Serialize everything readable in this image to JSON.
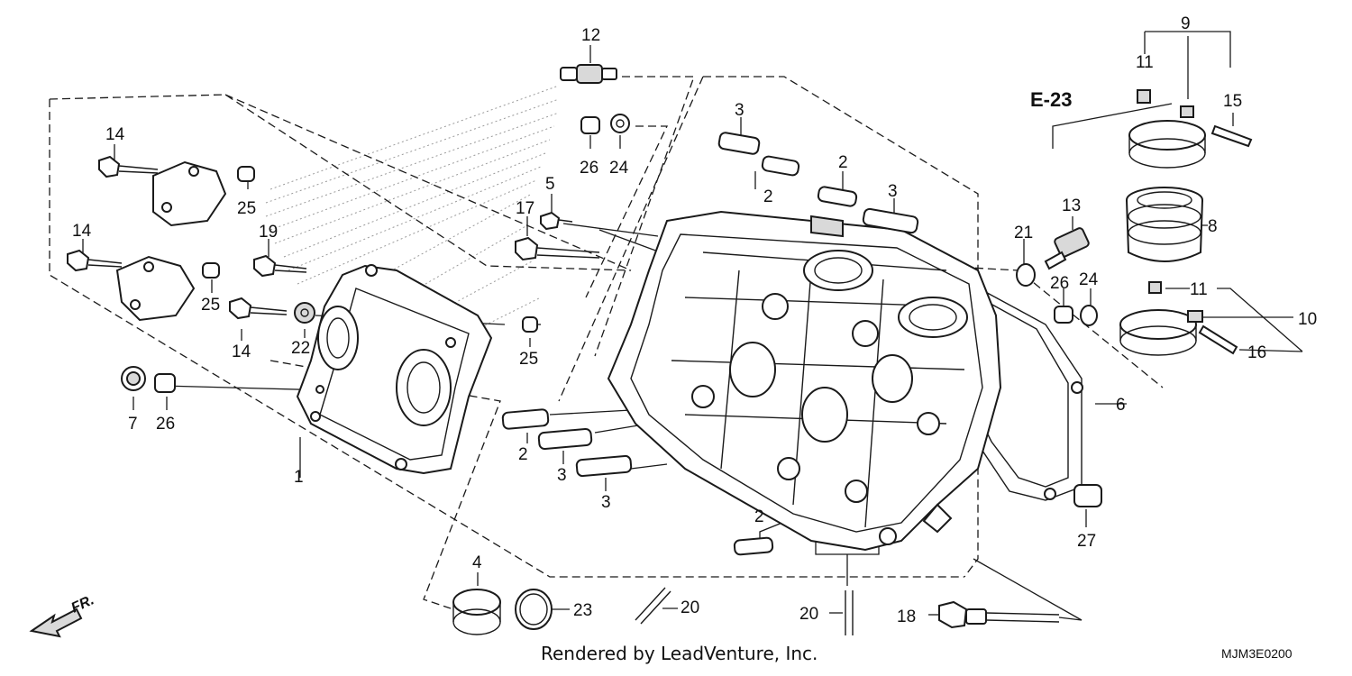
{
  "diagram": {
    "callouts": {
      "c12": "12",
      "c9": "9",
      "c11a": "11",
      "c15": "15",
      "ref": "E-23",
      "c14a": "14",
      "c25a": "25",
      "c26a": "26",
      "c24a": "24",
      "c3a": "3",
      "c2a": "2",
      "c2b": "2",
      "c3b": "3",
      "c5": "5",
      "c17": "17",
      "c13": "13",
      "c8": "8",
      "c21": "21",
      "c19": "19",
      "c14b": "14",
      "c25b": "25",
      "c26b": "26",
      "c24b": "24",
      "c11b": "11",
      "c10": "10",
      "c14c": "14",
      "c22": "22",
      "c25c": "25",
      "c16": "16",
      "c7": "7",
      "c26c": "26",
      "c6": "6",
      "c2c": "2",
      "c3c": "3",
      "c3d": "3",
      "c1": "1",
      "c27": "27",
      "c2d": "2",
      "c4": "4",
      "c23": "23",
      "c20a": "20",
      "c20b": "20",
      "c18": "18"
    },
    "direction": "FR.",
    "credit": "Rendered by LeadVenture, Inc.",
    "code": "MJM3E0200"
  }
}
